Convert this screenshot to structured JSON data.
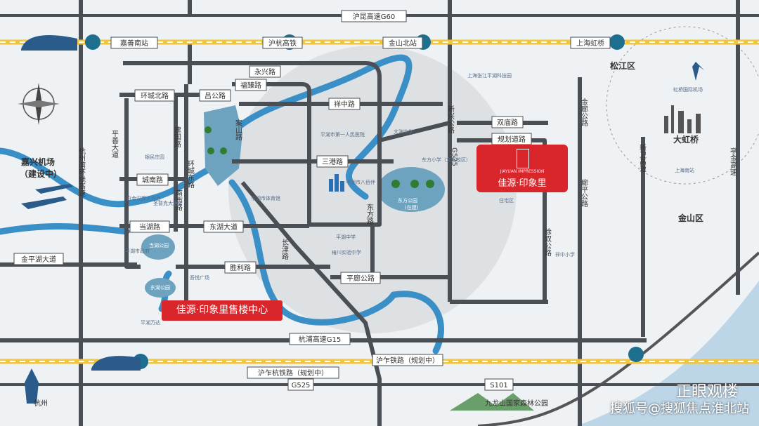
{
  "rail_labels": {
    "expressway_top": "沪昆高速G60",
    "jiashan_south": "嘉善南站",
    "hh_rail": "沪杭高铁",
    "jinshan_north": "金山北站",
    "hongqiao": "上海虹桥",
    "huzha_rail": "沪乍杭铁路（规划中）",
    "huzha_rail2": "沪乍铁路（规划中）",
    "g525_bottom": "G525",
    "s101": "S101",
    "hangpu": "杭浦高速G15"
  },
  "roads": {
    "yongxing": "永兴路",
    "fuzhen": "福臻路",
    "huancheng_n": "环城北路",
    "lv": "吕公路",
    "xiangzhong": "祥中路",
    "xinxing": "新兴公路",
    "g525": "G525",
    "shuangmiao": "双庙路",
    "guihua": "规划道路",
    "pingshan": "平善大道",
    "jianguo": "建国路",
    "dongshan": "案山路",
    "chengnan": "城南路",
    "huanchengdong": "环城东路",
    "nanshi": "南市路",
    "sangang": "三港路",
    "dongfang": "东方路",
    "danghu": "当湖路",
    "donghu": "东湖大道",
    "changjin": "长津路",
    "shengli": "胜利路",
    "pingliao": "平廊公路",
    "jinpinghu": "金平湖大道",
    "xushuang": "徐双公路",
    "liangping": "廊平公路",
    "jinliao": "金廊公路",
    "hangzhou_ring": "杭州湾环线高速",
    "xinwei": "新卫高速",
    "tingjin": "亭金高速"
  },
  "districts": {
    "songjiang": "松江区",
    "dahongqiao": "大虹桥",
    "jinshan": "金山区",
    "jiaxing_airport": "嘉兴机场",
    "jiaxing_airport_sub": "（建设中）",
    "hongqiao_airport": "虹桥国际机场",
    "shanghai_south": "上海南站",
    "zhangjiang": "上海张江平湖科技园",
    "hangzhou": "杭州",
    "jiulong": "九龙山国家森林公园"
  },
  "places": {
    "first_hospital": "平湖市第一人民医院",
    "pinghu_8": "平湖市八佰伴",
    "east_park": "东方公园",
    "east_park_sub": "(在建)",
    "east_primary": "东方小学（文宸校区）",
    "zhuzhai": "住宅区",
    "fanzhong": "祥中小学",
    "wenchuan_school": "文渊中学",
    "pinghu_middle": "平湖中学",
    "zhuchuan": "椿川实验中学",
    "pinghu_gov": "平湖市政府",
    "danghu_park": "当湖公园",
    "donghu_park": "东湖公园",
    "nengshun": "白金汉爵大酒店",
    "baitai": "圣普克大酒店",
    "yimin": "银民庄园",
    "gym": "平湖市体育馆",
    "shoping": "吾悦广场",
    "mall": "平湖万达",
    "sales": "佳源·印象里售楼中心"
  },
  "project": {
    "name_cn": "佳源·印象里",
    "name_en": "JIAYUAN IMPRESSION"
  },
  "watermark": {
    "brand": "正眼观楼",
    "site": "搜狐号@搜狐焦点淮北站"
  },
  "colors": {
    "road": "#4a4f55",
    "river": "#3a8fc7",
    "rail_a": "#f2c53d",
    "sales": "#d8262b"
  }
}
